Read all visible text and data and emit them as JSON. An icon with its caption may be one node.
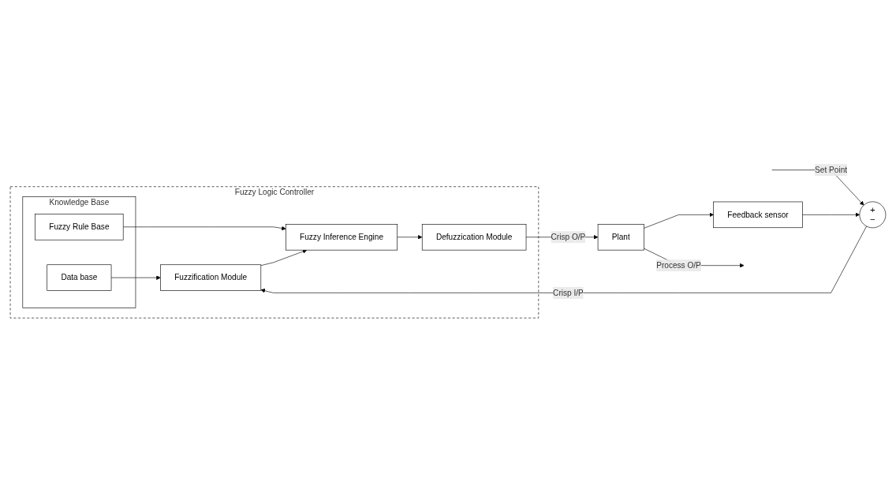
{
  "diagram": {
    "nodes": [
      {
        "text": [
          "Fuzzy Logic Controller"
        ]
      },
      {
        "text": [
          "Knowledge Base"
        ],
        "in": 0
      },
      {
        "text": [
          "Data base"
        ],
        "in": 1
      },
      {
        "text": [
          "Fuzzy Rule Base"
        ],
        "in": 1
      },
      {
        "text": [
          "+",
          "−"
        ]
      },
      {
        "text": [
          "Fuzzification Module"
        ],
        "in": 0
      },
      {
        "text": [
          "Fuzzy Inference Engine"
        ],
        "in": 0
      },
      {
        "text": [
          "Defuzzication Module"
        ],
        "in": 0
      },
      {
        "text": [
          "Plant"
        ]
      },
      {
        "text": [
          "Feedback sensor"
        ]
      }
    ],
    "edges": [
      {
        "from": null,
        "to": 4,
        "arrow": "to",
        "label": "Set Point"
      },
      {
        "from": 4,
        "to": 5,
        "arrow": "to",
        "label": "Crisp I/P"
      },
      {
        "from": 2,
        "to": 5,
        "arrow": "to"
      },
      {
        "from": 3,
        "to": 6,
        "arrow": "to"
      },
      {
        "from": 5,
        "to": 6,
        "arrow": "to"
      },
      {
        "from": 6,
        "to": 7,
        "arrow": "to"
      },
      {
        "from": 7,
        "to": 8,
        "arrow": "to",
        "label": "Crisp O/P"
      },
      {
        "from": 8,
        "to": null,
        "arrow": "to",
        "label": "Process O/P"
      },
      {
        "from": 8,
        "to": 9,
        "arrow": "to"
      },
      {
        "from": 9,
        "to": 4,
        "arrow": "to"
      }
    ]
  }
}
